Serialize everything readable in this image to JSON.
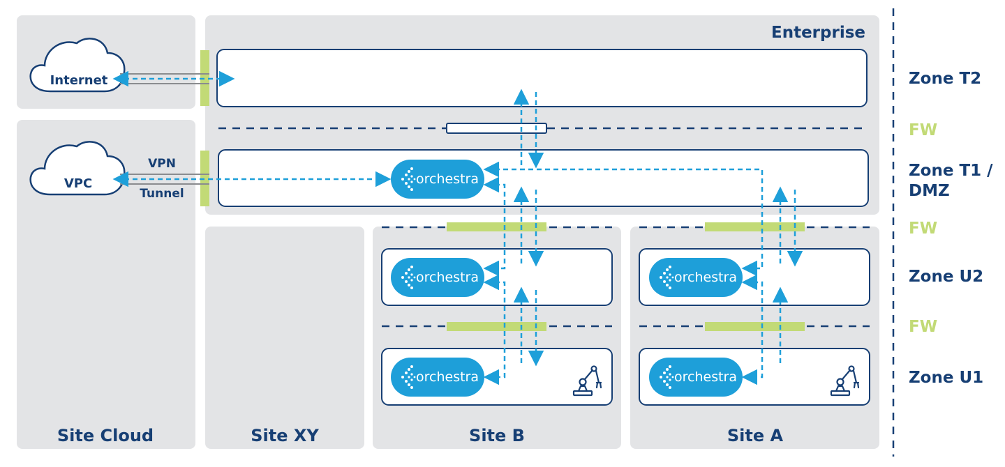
{
  "zones": {
    "t2": "Zone T2",
    "fw1": "FW",
    "t1_line1": "Zone T1 /",
    "t1_line2": "DMZ",
    "fw2": "FW",
    "u2": "Zone U2",
    "fw3": "FW",
    "u1": "Zone U1"
  },
  "sites": {
    "enterprise": "Enterprise",
    "cloud": "Site Cloud",
    "xy": "Site XY",
    "b": "Site B",
    "a": "Site A"
  },
  "cloud": {
    "internet": "Internet",
    "vpc": "VPC",
    "vpn": "VPN",
    "tunnel": "Tunnel"
  },
  "orchestra": {
    "dmz": "orchestra",
    "b_u2": "orchestra",
    "b_u1": "orchestra",
    "a_u2": "orchestra",
    "a_u1": "orchestra"
  },
  "icons": {
    "cloud": "cloud-icon",
    "orchestra": "orchestra-logo-icon",
    "robot": "robot-arm-icon",
    "firewall": "firewall-icon"
  },
  "colors": {
    "navy": "#173f74",
    "blue": "#1e9fd9",
    "lime": "#c2da76",
    "panel": "#e3e4e6",
    "box_stroke": "#173f74"
  }
}
